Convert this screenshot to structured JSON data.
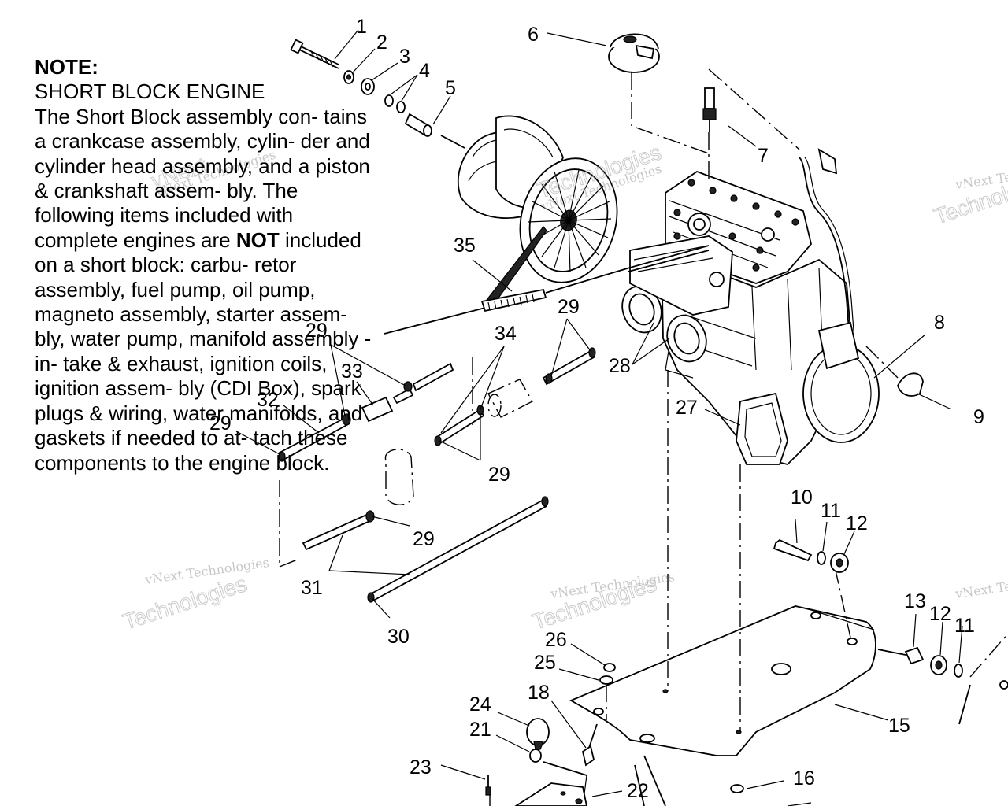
{
  "note": {
    "title": "NOTE:",
    "subtitle": "SHORT BLOCK ENGINE",
    "text_before_not": "The Short Block assembly con- tains a crankcase assembly, cylin- der and cylinder head assembly, and a piston & crankshaft assem- bly. The following items included with complete engines are",
    "emphasis": "NOT",
    "text_after_not": "included on a short block: carbu- retor assembly, fuel pump, oil pump, magneto assembly, starter assem- bly, water pump, manifold assembly - in- take & exhaust, ignition coils, ignition assem- bly (CDI Box), spark plugs & wiring, water manifolds, and gaskets if needed to at- tach these components to the engine block."
  },
  "callouts": [
    "1",
    "2",
    "3",
    "4",
    "5",
    "6",
    "7",
    "8",
    "9",
    "10",
    "11",
    "12",
    "12",
    "11",
    "13",
    "15",
    "16",
    "18",
    "21",
    "22",
    "23",
    "24",
    "25",
    "26",
    "27",
    "28",
    "29",
    "29",
    "29",
    "29",
    "29",
    "30",
    "31",
    "32",
    "33",
    "34",
    "35"
  ],
  "watermark": {
    "brand": "vNext Technologies",
    "word": "vNext",
    "word2": "Technologies"
  }
}
